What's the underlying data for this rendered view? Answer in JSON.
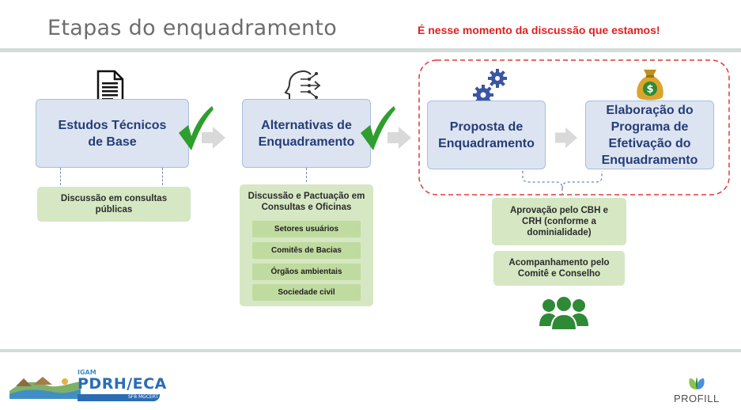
{
  "header": {
    "title": "Etapas do enquadramento",
    "alert": "É nesse momento da discussão que estamos!"
  },
  "stages": [
    {
      "label": "Estudos Técnicos de Base",
      "icon": "document-icon",
      "completed": true
    },
    {
      "label": "Alternativas de Enquadramento",
      "icon": "head-network-icon",
      "completed": true
    },
    {
      "label": "Proposta de Enquadramento",
      "icon": "gears-icon",
      "completed": false
    },
    {
      "label": "Elaboração do Programa de Efetivação do Enquadramento",
      "icon": "money-bag-icon",
      "completed": false
    }
  ],
  "discussions": {
    "first": "Discussão em consultas públicas",
    "second": {
      "title": "Discussão e Pactuação em Consultas e Oficinas",
      "items": [
        "Setores usuários",
        "Comitês de Bacias",
        "Órgãos ambientais",
        "Sociedade civil"
      ]
    },
    "approval": "Aprovação pelo CBH e CRH (conforme a dominialidade)",
    "monitoring": "Acompanhamento pelo Comitê e Conselho"
  },
  "footer": {
    "left_logo_top": "IGAM",
    "left_logo_main": "PDRH/ECA",
    "left_logo_sub": "SF8 MGCERT",
    "right_logo": "PROFILL"
  },
  "colors": {
    "stage_fill": "#dde4f1",
    "stage_text": "#243d78",
    "check": "#2e9e2e",
    "green_box": "#d6e7c3",
    "alert": "#e31f1f",
    "group_icon": "#2f8a36"
  }
}
